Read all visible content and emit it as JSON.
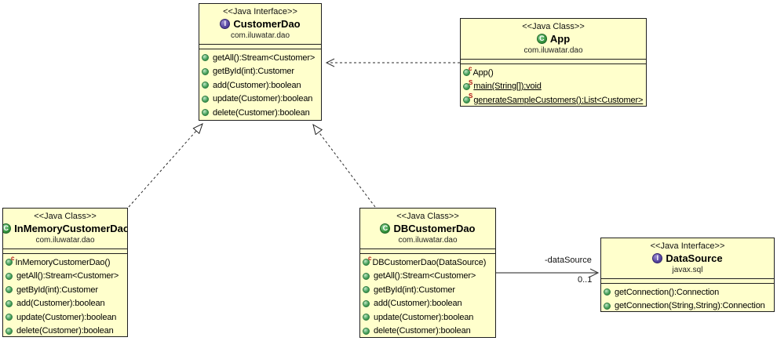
{
  "diagram": {
    "background": "#ffffff",
    "box_fill": "#ffffcc",
    "box_border": "#1f1f1f",
    "class_icon_color": "#37973f",
    "interface_icon_color": "#5646a0",
    "method_icon_color": "#46a05a",
    "modifier_marker_color": "#b01010"
  },
  "classes": [
    {
      "id": "customer-dao",
      "stereotype": "<<Java Interface>>",
      "kind": "interface",
      "icon": "interface-icon",
      "icon_letter": "I",
      "name": "CustomerDao",
      "package": "com.iluwatar.dao",
      "methods": [
        {
          "label": "getAll():Stream<Customer>",
          "modifier": "none",
          "marker_letter": ""
        },
        {
          "label": "getById(int):Customer",
          "modifier": "none",
          "marker_letter": ""
        },
        {
          "label": "add(Customer):boolean",
          "modifier": "none",
          "marker_letter": ""
        },
        {
          "label": "update(Customer):boolean",
          "modifier": "none",
          "marker_letter": ""
        },
        {
          "label": "delete(Customer):boolean",
          "modifier": "none",
          "marker_letter": ""
        }
      ]
    },
    {
      "id": "app",
      "stereotype": "<<Java Class>>",
      "kind": "class",
      "icon": "class-icon",
      "icon_letter": "C",
      "name": "App",
      "package": "com.iluwatar.dao",
      "methods": [
        {
          "label": "App()",
          "modifier": "constructor",
          "marker_letter": "c"
        },
        {
          "label": "main(String[]):void",
          "modifier": "static",
          "marker_letter": "S"
        },
        {
          "label": "generateSampleCustomers():List<Customer>",
          "modifier": "static",
          "marker_letter": "S"
        }
      ]
    },
    {
      "id": "in-memory-customer-dao",
      "stereotype": "<<Java Class>>",
      "kind": "class",
      "icon": "class-icon",
      "icon_letter": "C",
      "name": "InMemoryCustomerDao",
      "package": "com.iluwatar.dao",
      "methods": [
        {
          "label": "InMemoryCustomerDao()",
          "modifier": "constructor",
          "marker_letter": "c"
        },
        {
          "label": "getAll():Stream<Customer>",
          "modifier": "none",
          "marker_letter": ""
        },
        {
          "label": "getById(int):Customer",
          "modifier": "none",
          "marker_letter": ""
        },
        {
          "label": "add(Customer):boolean",
          "modifier": "none",
          "marker_letter": ""
        },
        {
          "label": "update(Customer):boolean",
          "modifier": "none",
          "marker_letter": ""
        },
        {
          "label": "delete(Customer):boolean",
          "modifier": "none",
          "marker_letter": ""
        }
      ]
    },
    {
      "id": "db-customer-dao",
      "stereotype": "<<Java Class>>",
      "kind": "class",
      "icon": "class-icon",
      "icon_letter": "C",
      "name": "DBCustomerDao",
      "package": "com.iluwatar.dao",
      "methods": [
        {
          "label": "DBCustomerDao(DataSource)",
          "modifier": "constructor",
          "marker_letter": "c"
        },
        {
          "label": "getAll():Stream<Customer>",
          "modifier": "none",
          "marker_letter": ""
        },
        {
          "label": "getById(int):Customer",
          "modifier": "none",
          "marker_letter": ""
        },
        {
          "label": "add(Customer):boolean",
          "modifier": "none",
          "marker_letter": ""
        },
        {
          "label": "update(Customer):boolean",
          "modifier": "none",
          "marker_letter": ""
        },
        {
          "label": "delete(Customer):boolean",
          "modifier": "none",
          "marker_letter": ""
        }
      ]
    },
    {
      "id": "data-source",
      "stereotype": "<<Java Interface>>",
      "kind": "interface",
      "icon": "interface-icon",
      "icon_letter": "I",
      "name": "DataSource",
      "package": "javax.sql",
      "methods": [
        {
          "label": "getConnection():Connection",
          "modifier": "none",
          "marker_letter": ""
        },
        {
          "label": "getConnection(String,String):Connection",
          "modifier": "none",
          "marker_letter": ""
        }
      ]
    }
  ],
  "edges": {
    "dependency_app_to_customerdao": {
      "type": "dependency",
      "from": "App",
      "to": "CustomerDao"
    },
    "realization_inmemory_to_customerdao": {
      "type": "realization",
      "from": "InMemoryCustomerDao",
      "to": "CustomerDao"
    },
    "realization_db_to_customerdao": {
      "type": "realization",
      "from": "DBCustomerDao",
      "to": "CustomerDao"
    },
    "association_db_to_datasource": {
      "type": "association",
      "from": "DBCustomerDao",
      "to": "DataSource",
      "label": "-dataSource",
      "multiplicity": "0..1"
    }
  }
}
